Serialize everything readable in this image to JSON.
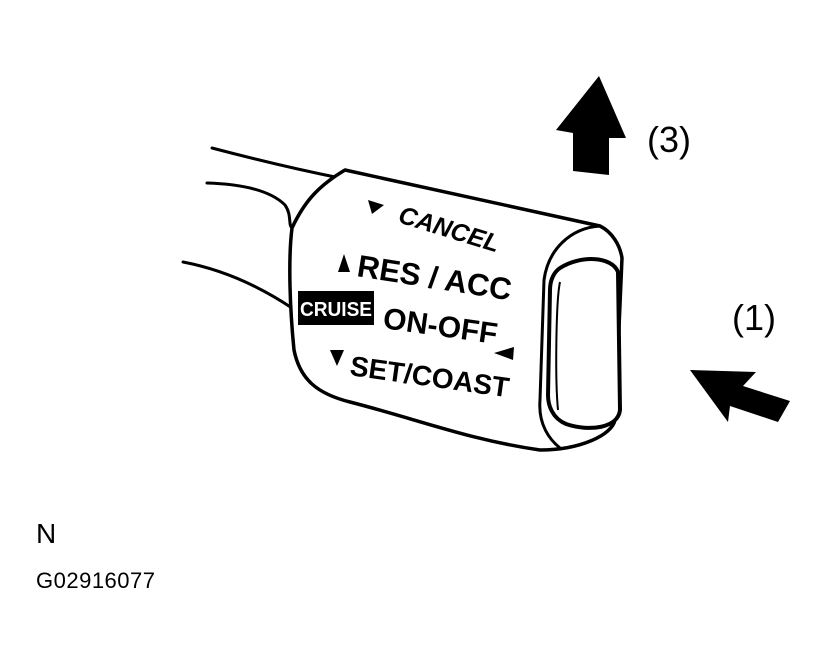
{
  "switch": {
    "cancel": "CANCEL",
    "res_acc": "RES / ACC",
    "cruise_badge": "CRUISE",
    "on_off": "ON-OFF",
    "set_coast": "SET/COAST"
  },
  "callouts": {
    "c3": "(3)",
    "c1": "(1)"
  },
  "footer": {
    "letter": "N",
    "figure_code": "G02916077"
  },
  "icons": {
    "up_arrow": "thick-up-arrow-icon",
    "push_arrow": "thick-diagonal-arrow-icon",
    "triangles": "triangle-marker-icon"
  },
  "colors": {
    "ink": "#000000",
    "paper": "#ffffff"
  }
}
